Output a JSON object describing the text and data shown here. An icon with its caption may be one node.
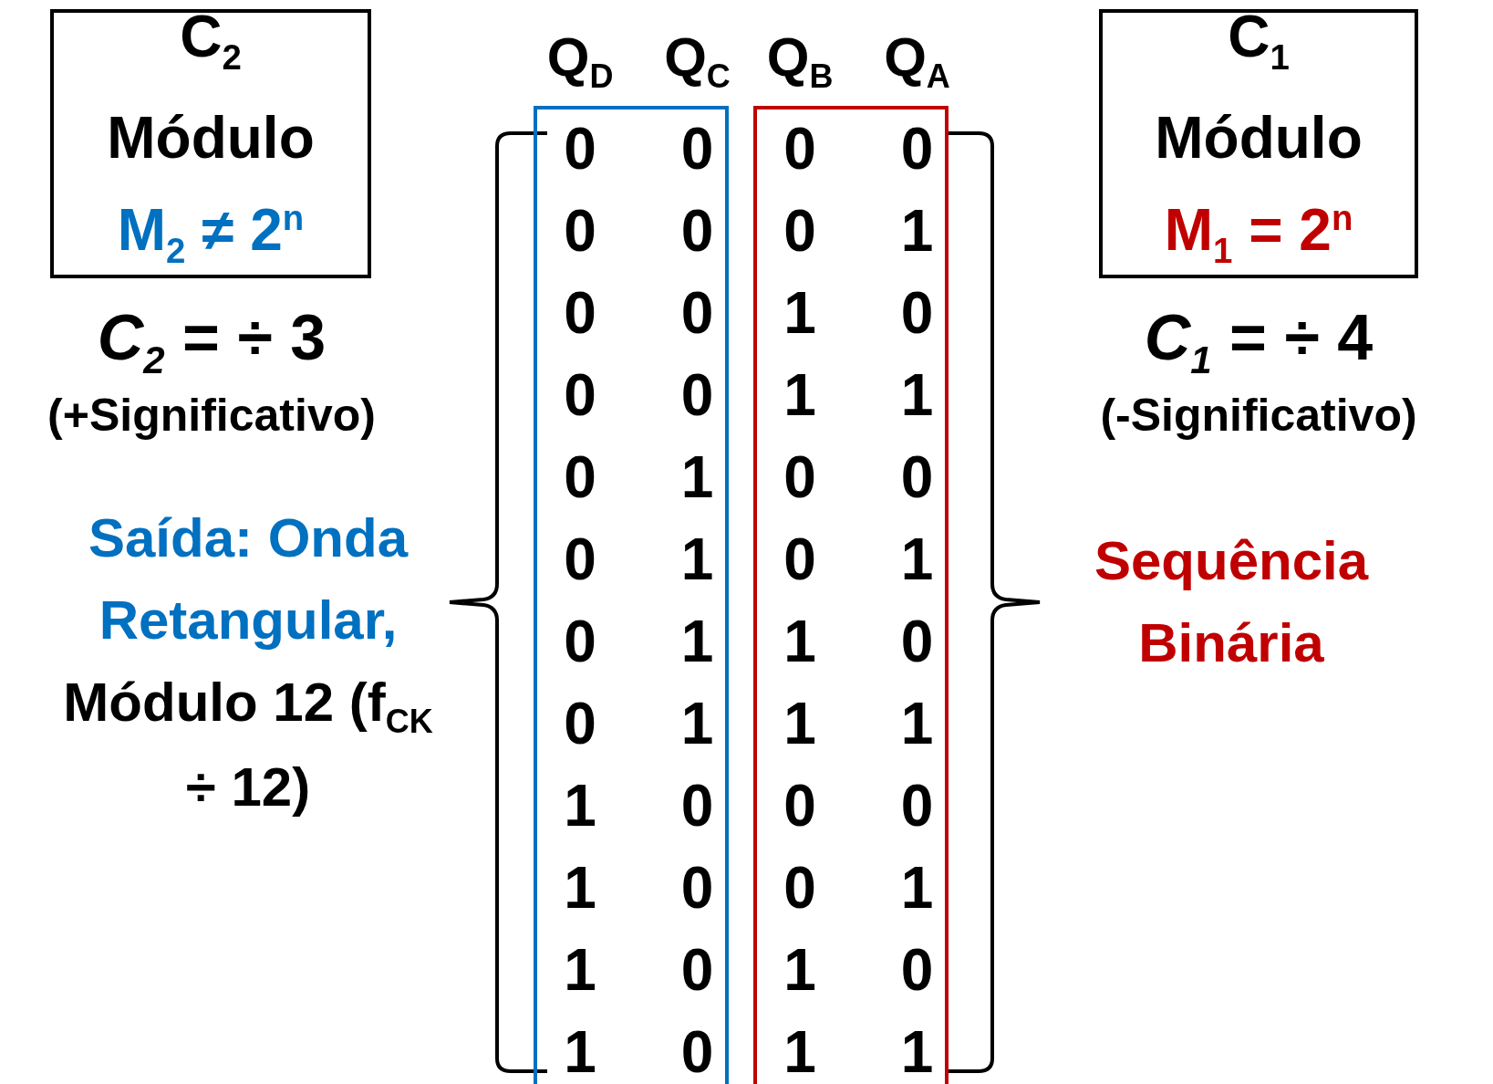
{
  "diagram": {
    "nodes": [
      {
        "text": [
          "C$_{2}$",
          "Módulo",
          "M$_{2}$ ≠ 2$^{n}$"
        ]
      },
      {
        "text": [
          "C$_{1}$",
          "Módulo",
          "M$_{1}$ = 2$^{n}$"
        ]
      },
      {
        "text": [
          "Q$_{D}$",
          "Q$_{C}$",
          "0",
          "0",
          "0",
          "0",
          "0",
          "0",
          "0",
          "0",
          "0",
          "1",
          "0",
          "1",
          "0",
          "1",
          "0",
          "1",
          "1",
          "0",
          "1",
          "0",
          "1",
          "0",
          "1",
          "0"
        ]
      },
      {
        "text": [
          "Q$_{B}$",
          "Q$_{A}$",
          "0",
          "0",
          "0",
          "1",
          "1",
          "0",
          "1",
          "1",
          "0",
          "0",
          "0",
          "1",
          "1",
          "0",
          "1",
          "1",
          "0",
          "0",
          "0",
          "1",
          "1",
          "0",
          "1",
          "1"
        ]
      }
    ],
    "labels": [
      "*C*$_{2}$ = ÷ 3",
      "(+Significativo)",
      "*C*$_{1}$ = ÷ 4",
      "(-Significativo)",
      "Saída: Onda Retangular,",
      "Sequência Binária",
      "Módulo 12 (f$_{CK}$ ÷ 12)"
    ]
  }
}
